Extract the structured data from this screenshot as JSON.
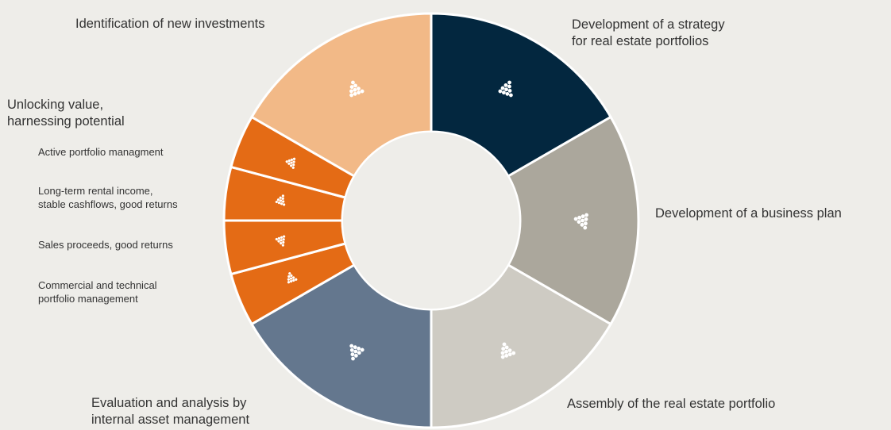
{
  "segments": [
    {
      "id": "strategy",
      "color": "#03273f",
      "label_lines": [
        "Development of a strategy",
        "for real estate portfolios"
      ]
    },
    {
      "id": "business-plan",
      "color": "#aba79c",
      "label_lines": [
        "Development of a business plan"
      ]
    },
    {
      "id": "assembly",
      "color": "#cecbc3",
      "label_lines": [
        "Assembly of the real estate portfolio"
      ]
    },
    {
      "id": "evaluation",
      "color": "#64778e",
      "label_lines": [
        "Evaluation and analysis by",
        "internal asset management"
      ]
    },
    {
      "id": "commercial",
      "color": "#e46b15",
      "label_lines": [
        "Commercial and technical",
        "portfolio management"
      ]
    },
    {
      "id": "sales",
      "color": "#e46b15",
      "label_lines": [
        "Sales proceeds, good returns"
      ]
    },
    {
      "id": "rental",
      "color": "#e46b15",
      "label_lines": [
        "Long-term rental income,",
        "stable cashflows, good returns"
      ]
    },
    {
      "id": "active",
      "color": "#e46b15",
      "label_lines": [
        "Active portfolio managment"
      ]
    },
    {
      "id": "identification",
      "color": "#f2b987",
      "label_lines": [
        "Identification of new investments"
      ]
    }
  ],
  "group_label_lines": [
    "Unlocking value,",
    "harnessing potential"
  ],
  "colors": {
    "background": "#eeede9",
    "center": "#eeede9",
    "divider": "#ffffff",
    "dots": "#ffffff",
    "text": "#333333"
  }
}
